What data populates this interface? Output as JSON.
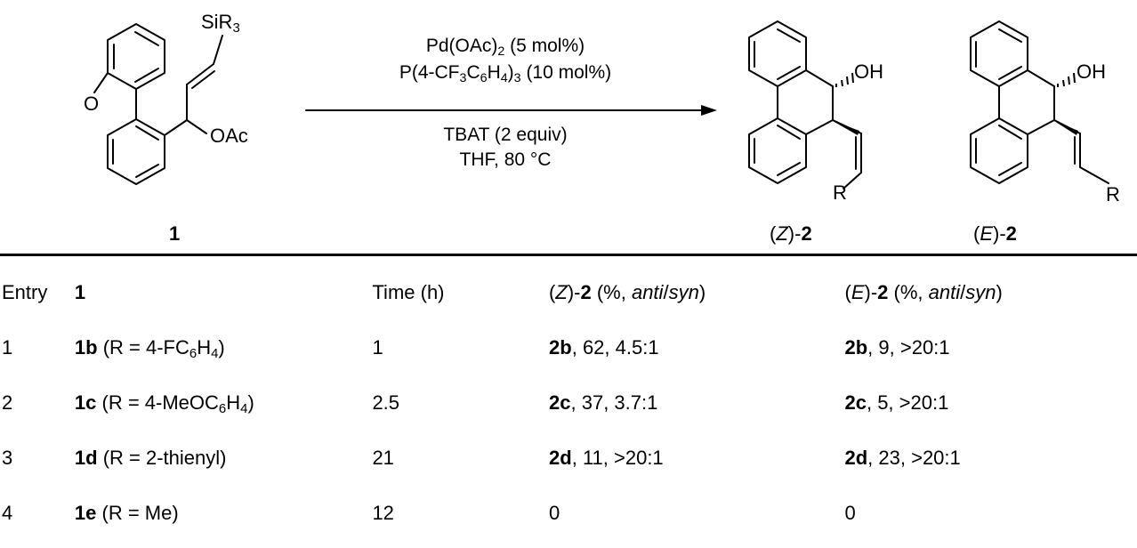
{
  "scheme": {
    "substituent_si": "SiR",
    "substituent_si_sub": "3",
    "oxygen_label": "O",
    "oac_label": "OAc",
    "compound_1_label": "1",
    "conditions": {
      "line1_a": "Pd(OAc)",
      "line1_sub": "2",
      "line1_b": " (5 mol%)",
      "line2_a": "P(4-CF",
      "line2_sub1": "3",
      "line2_b": "C",
      "line2_sub2": "6",
      "line2_c": "H",
      "line2_sub3": "4",
      "line2_d": ")",
      "line2_sub4": "3",
      "line2_e": " (10 mol%)",
      "line3": "TBAT (2 equiv)",
      "line4": "THF, 80 °C"
    },
    "oh_label": "OH",
    "r_label": "R",
    "z_label_pre": "(",
    "z_label_italic": "Z",
    "z_label_post": ")-",
    "z_label_bold": "2",
    "e_label_pre": "(",
    "e_label_italic": "E",
    "e_label_post": ")-",
    "e_label_bold": "2"
  },
  "table": {
    "headers": {
      "entry": "Entry",
      "compound": "1",
      "time": "Time (h)",
      "z_pre": "(",
      "z_italic": "Z",
      "z_post": ")-",
      "z_bold": "2",
      "z_tail_a": " (%, ",
      "z_anti": "anti",
      "z_slash": "/",
      "z_syn": "syn",
      "z_close": ")",
      "e_pre": "(",
      "e_italic": "E",
      "e_post": ")-",
      "e_bold": "2",
      "e_tail_a": " (%, ",
      "e_anti": "anti",
      "e_slash": "/",
      "e_syn": "syn",
      "e_close": ")"
    },
    "rows": [
      {
        "entry": "1",
        "cpd": "1b",
        "r_a": " (R = 4-FC",
        "r_s1": "6",
        "r_b": "H",
        "r_s2": "4",
        "r_c": ")",
        "time": "1",
        "z_cpd": "2b",
        "z_rest": ", 62, 4.5:1",
        "e_cpd": "2b",
        "e_rest": ", 9, >20:1"
      },
      {
        "entry": "2",
        "cpd": "1c",
        "r_a": " (R = 4-MeOC",
        "r_s1": "6",
        "r_b": "H",
        "r_s2": "4",
        "r_c": ")",
        "time": "2.5",
        "z_cpd": "2c",
        "z_rest": ", 37, 3.7:1",
        "e_cpd": "2c",
        "e_rest": ", 5, >20:1"
      },
      {
        "entry": "3",
        "cpd": "1d",
        "r_a": " (R = 2-thienyl)",
        "time": "21",
        "z_cpd": "2d",
        "z_rest": ", 11, >20:1",
        "e_cpd": "2d",
        "e_rest": ", 23, >20:1"
      },
      {
        "entry": "4",
        "cpd": "1e",
        "r_a": " (R = Me)",
        "time": "12",
        "z_plain": "0",
        "e_plain": "0"
      }
    ]
  }
}
